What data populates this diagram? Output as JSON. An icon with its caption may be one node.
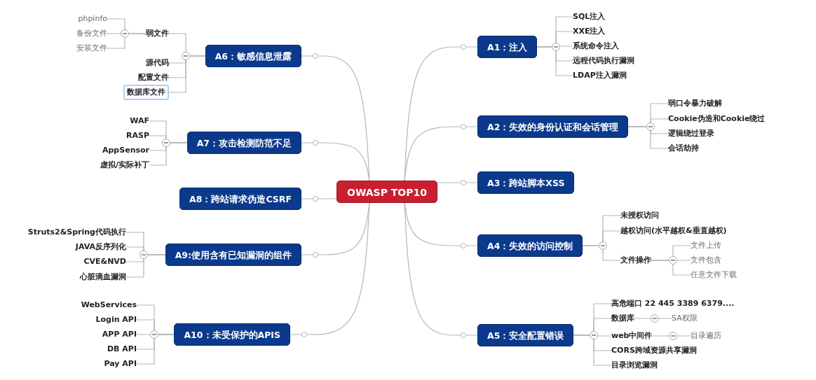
{
  "diagram": {
    "nodes": [
      {
        "text": [
          "OWASP TOP10"
        ]
      },
      {
        "text": [
          "A1：注入"
        ]
      },
      {
        "text": [
          "SQL注入"
        ]
      },
      {
        "text": [
          "XXE注入"
        ]
      },
      {
        "text": [
          "系统命令注入"
        ]
      },
      {
        "text": [
          "远程代码执行漏洞"
        ]
      },
      {
        "text": [
          "LDAP注入漏洞"
        ]
      },
      {
        "text": [
          "A2：失效的身份认证和会话管理"
        ]
      },
      {
        "text": [
          "弱口令暴力破解"
        ]
      },
      {
        "text": [
          "Cookie伪造和Cookie绕过"
        ]
      },
      {
        "text": [
          "逻辑绕过登录"
        ]
      },
      {
        "text": [
          "会话劫持"
        ]
      },
      {
        "text": [
          "A3：跨站脚本XSS"
        ]
      },
      {
        "text": [
          "A4：失效的访问控制"
        ]
      },
      {
        "text": [
          "未授权访问"
        ]
      },
      {
        "text": [
          "越权访问(水平越权&垂直越权)"
        ]
      },
      {
        "text": [
          "文件操作"
        ]
      },
      {
        "text": [
          "文件上传"
        ]
      },
      {
        "text": [
          "文件包含"
        ]
      },
      {
        "text": [
          "任意文件下载"
        ]
      },
      {
        "text": [
          "A5：安全配置错误"
        ]
      },
      {
        "text": [
          "高危端口 22 445 3389 6379...."
        ]
      },
      {
        "text": [
          "数据库"
        ]
      },
      {
        "text": [
          "SA权限"
        ]
      },
      {
        "text": [
          "web中间件"
        ]
      },
      {
        "text": [
          "目录遍历"
        ]
      },
      {
        "text": [
          "CORS跨域资源共享漏洞"
        ]
      },
      {
        "text": [
          "目录浏览漏洞"
        ]
      },
      {
        "text": [
          "A6：敏感信息泄露"
        ]
      },
      {
        "text": [
          "弱文件"
        ]
      },
      {
        "text": [
          "phpinfo"
        ]
      },
      {
        "text": [
          "备份文件"
        ]
      },
      {
        "text": [
          "安装文件"
        ]
      },
      {
        "text": [
          "源代码"
        ]
      },
      {
        "text": [
          "配置文件"
        ]
      },
      {
        "text": [
          "数据库文件"
        ]
      },
      {
        "text": [
          "A7：攻击检测防范不足"
        ]
      },
      {
        "text": [
          "WAF"
        ]
      },
      {
        "text": [
          "RASP"
        ]
      },
      {
        "text": [
          "AppSensor"
        ]
      },
      {
        "text": [
          "虚拟/实际补丁"
        ]
      },
      {
        "text": [
          "A8：跨站请求伪造CSRF"
        ]
      },
      {
        "text": [
          "A9:使用含有已知漏洞的组件"
        ]
      },
      {
        "text": [
          "Struts2&Spring代码执行"
        ]
      },
      {
        "text": [
          "JAVA反序列化"
        ]
      },
      {
        "text": [
          "CVE&NVD"
        ]
      },
      {
        "text": [
          "心脏滴血漏洞"
        ]
      },
      {
        "text": [
          "A10：未受保护的APIS"
        ]
      },
      {
        "text": [
          "WebServices"
        ]
      },
      {
        "text": [
          "Login API"
        ]
      },
      {
        "text": [
          "APP API"
        ]
      },
      {
        "text": [
          "DB API"
        ]
      },
      {
        "text": [
          "Pay API"
        ]
      }
    ],
    "edges": [
      {
        "from": 0,
        "to": 1,
        "arrow": "none"
      },
      {
        "from": 1,
        "to": 2,
        "arrow": "none"
      },
      {
        "from": 1,
        "to": 3,
        "arrow": "none"
      },
      {
        "from": 1,
        "to": 4,
        "arrow": "none"
      },
      {
        "from": 1,
        "to": 5,
        "arrow": "none"
      },
      {
        "from": 1,
        "to": 6,
        "arrow": "none"
      },
      {
        "from": 0,
        "to": 7,
        "arrow": "none"
      },
      {
        "from": 7,
        "to": 8,
        "arrow": "none"
      },
      {
        "from": 7,
        "to": 9,
        "arrow": "none"
      },
      {
        "from": 7,
        "to": 10,
        "arrow": "none"
      },
      {
        "from": 7,
        "to": 11,
        "arrow": "none"
      },
      {
        "from": 0,
        "to": 12,
        "arrow": "none"
      },
      {
        "from": 0,
        "to": 13,
        "arrow": "none"
      },
      {
        "from": 13,
        "to": 14,
        "arrow": "none"
      },
      {
        "from": 13,
        "to": 15,
        "arrow": "none"
      },
      {
        "from": 13,
        "to": 16,
        "arrow": "none"
      },
      {
        "from": 16,
        "to": 17,
        "arrow": "none"
      },
      {
        "from": 16,
        "to": 18,
        "arrow": "none"
      },
      {
        "from": 16,
        "to": 19,
        "arrow": "none"
      },
      {
        "from": 0,
        "to": 20,
        "arrow": "none"
      },
      {
        "from": 20,
        "to": 21,
        "arrow": "none"
      },
      {
        "from": 20,
        "to": 22,
        "arrow": "none"
      },
      {
        "from": 22,
        "to": 23,
        "arrow": "none"
      },
      {
        "from": 20,
        "to": 24,
        "arrow": "none"
      },
      {
        "from": 24,
        "to": 25,
        "arrow": "none"
      },
      {
        "from": 20,
        "to": 26,
        "arrow": "none"
      },
      {
        "from": 20,
        "to": 27,
        "arrow": "none"
      },
      {
        "from": 0,
        "to": 28,
        "arrow": "none"
      },
      {
        "from": 28,
        "to": 29,
        "arrow": "none"
      },
      {
        "from": 29,
        "to": 30,
        "arrow": "none"
      },
      {
        "from": 29,
        "to": 31,
        "arrow": "none"
      },
      {
        "from": 29,
        "to": 32,
        "arrow": "none"
      },
      {
        "from": 28,
        "to": 33,
        "arrow": "none"
      },
      {
        "from": 28,
        "to": 34,
        "arrow": "none"
      },
      {
        "from": 28,
        "to": 35,
        "arrow": "none"
      },
      {
        "from": 0,
        "to": 36,
        "arrow": "none"
      },
      {
        "from": 36,
        "to": 37,
        "arrow": "none"
      },
      {
        "from": 36,
        "to": 38,
        "arrow": "none"
      },
      {
        "from": 36,
        "to": 39,
        "arrow": "none"
      },
      {
        "from": 36,
        "to": 40,
        "arrow": "none"
      },
      {
        "from": 0,
        "to": 41,
        "arrow": "none"
      },
      {
        "from": 0,
        "to": 42,
        "arrow": "none"
      },
      {
        "from": 42,
        "to": 43,
        "arrow": "none"
      },
      {
        "from": 42,
        "to": 44,
        "arrow": "none"
      },
      {
        "from": 42,
        "to": 45,
        "arrow": "none"
      },
      {
        "from": 42,
        "to": 46,
        "arrow": "none"
      },
      {
        "from": 0,
        "to": 47,
        "arrow": "none"
      },
      {
        "from": 47,
        "to": 48,
        "arrow": "none"
      },
      {
        "from": 47,
        "to": 49,
        "arrow": "none"
      },
      {
        "from": 47,
        "to": 50,
        "arrow": "none"
      },
      {
        "from": 47,
        "to": 51,
        "arrow": "none"
      },
      {
        "from": 47,
        "to": 52,
        "arrow": "none"
      }
    ]
  }
}
